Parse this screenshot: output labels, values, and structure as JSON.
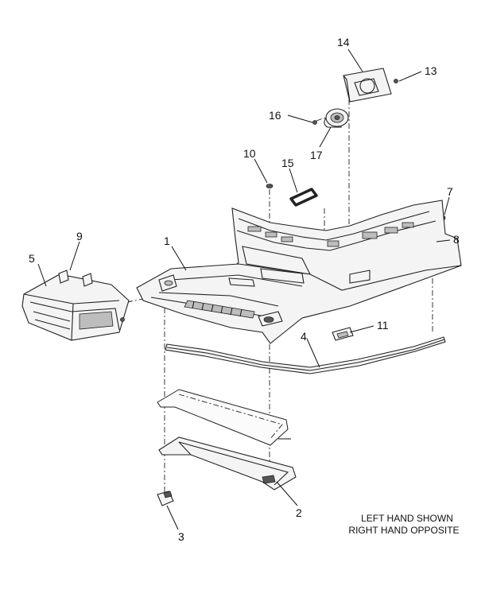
{
  "diagram": {
    "callouts": [
      {
        "id": "1",
        "label": "1"
      },
      {
        "id": "2",
        "label": "2"
      },
      {
        "id": "3",
        "label": "3"
      },
      {
        "id": "4",
        "label": "4"
      },
      {
        "id": "5",
        "label": "5"
      },
      {
        "id": "7",
        "label": "7"
      },
      {
        "id": "8",
        "label": "8"
      },
      {
        "id": "9",
        "label": "9"
      },
      {
        "id": "10",
        "label": "10"
      },
      {
        "id": "11",
        "label": "11"
      },
      {
        "id": "13",
        "label": "13"
      },
      {
        "id": "14",
        "label": "14"
      },
      {
        "id": "15",
        "label": "15"
      },
      {
        "id": "16",
        "label": "16"
      },
      {
        "id": "17",
        "label": "17"
      }
    ],
    "note": {
      "line1": "LEFT HAND SHOWN",
      "line2": "RIGHT HAND OPPOSITE"
    }
  }
}
